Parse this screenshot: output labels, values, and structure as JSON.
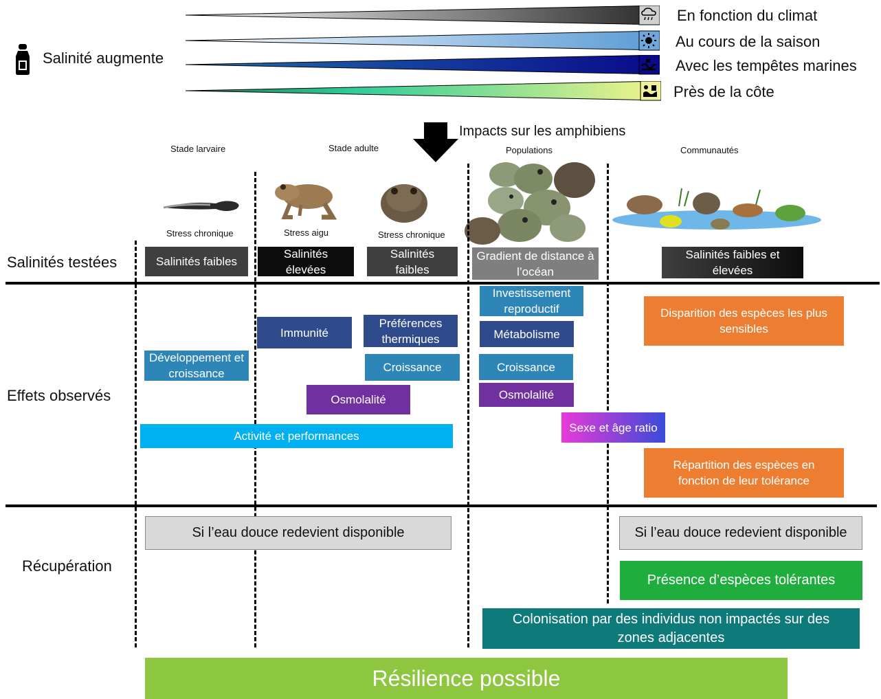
{
  "header": {
    "salinity_label": "Salinité augmente",
    "gradients": [
      {
        "label": "En fonction du climat",
        "icon": "rain-cloud-icon",
        "colors": [
          "#ffffff",
          "#2b2b2b"
        ]
      },
      {
        "label": "Au cours de la saison",
        "icon": "sun-icon",
        "colors": [
          "#ffffff",
          "#5b9bd5"
        ]
      },
      {
        "label": "Avec les tempêtes marines",
        "icon": "storm-wave-icon",
        "colors": [
          "#1f6fae",
          "#0a0a8a"
        ]
      },
      {
        "label": "Près de la côte",
        "icon": "coast-icon",
        "colors": [
          "#2e8b57",
          "#f4f48a"
        ]
      }
    ],
    "arrow_label": "Impacts sur les amphibiens"
  },
  "columns": {
    "larval": "Stade larvaire",
    "adult": "Stade adulte",
    "populations": "Populations",
    "communities": "Communautés"
  },
  "stress": {
    "chronic_larval": "Stress chronique",
    "acute": "Stress aigu",
    "chronic_adult": "Stress chronique"
  },
  "rows": {
    "tested": "Salinités testées",
    "effects": "Effets observés",
    "recovery": "Récupération"
  },
  "tested": {
    "larval": "Salinités faibles",
    "acute": "Salinités élevées",
    "chronic": "Salinités faibles",
    "populations": "Gradient de distance à l’océan",
    "communities": "Salinités faibles et élevées"
  },
  "effects": {
    "dev": "Développement et croissance",
    "immunity": "Immunité",
    "thermal": "Préférences thermiques",
    "growth_adult": "Croissance",
    "osmo_adult": "Osmolalité",
    "activity": "Activité et performances",
    "repro": "Investissement reproductif",
    "metabolism": "Métabolisme",
    "growth_pop": "Croissance",
    "osmo_pop": "Osmolalité",
    "sex_age": "Sexe et âge ratio",
    "disappear": "Disparition des espèces les plus sensibles",
    "distribution": "Répartition des espèces en fonction de leur tolérance"
  },
  "recovery": {
    "fresh_left": "Si l’eau douce redevient disponible",
    "fresh_right": "Si l’eau douce redevient disponible",
    "tolerant": "Présence d’espèces tolérantes",
    "colonisation": "Colonisation par des individus non impactés sur des zones adjacentes"
  },
  "footer": {
    "resilience": "Résilience possible"
  },
  "colors": {
    "dark_gray": "#3f3f3f",
    "black": "#0d0d0d",
    "medium_gray": "#7f7f7f",
    "teal_blue": "#2e86b8",
    "navy": "#2f4b8c",
    "purple": "#7030a0",
    "sky": "#00b0f0",
    "magenta": "#d63bd6",
    "orange": "#ed7d31",
    "light_gray": "#d9d9d9",
    "green": "#1fae3e",
    "dark_teal": "#0e7a7a",
    "lime": "#8dc63f"
  }
}
